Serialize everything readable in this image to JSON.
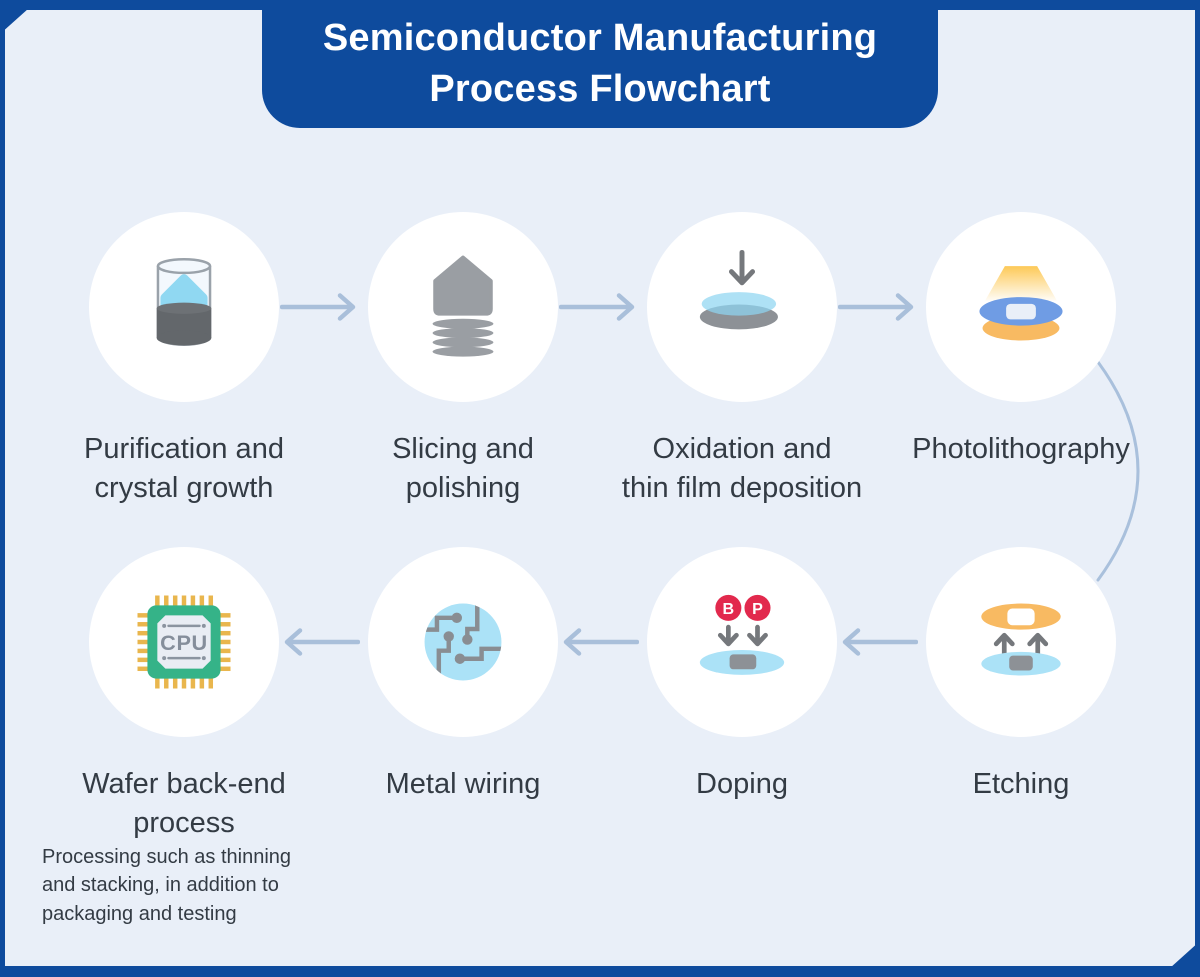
{
  "header": {
    "title": "Semiconductor Manufacturing\nProcess Flowchart"
  },
  "steps": [
    {
      "id": "purification",
      "label": "Purification and\ncrystal growth",
      "icon": "crucible-crystal-icon"
    },
    {
      "id": "slicing",
      "label": "Slicing and\npolishing",
      "icon": "silicon-ingot-slices-icon"
    },
    {
      "id": "oxidation",
      "label": "Oxidation and\nthin film deposition",
      "icon": "wafer-deposition-icon"
    },
    {
      "id": "photolithography",
      "label": "Photolithography",
      "icon": "exposure-mask-icon"
    },
    {
      "id": "etching",
      "label": "Etching",
      "icon": "etching-wafer-icon"
    },
    {
      "id": "doping",
      "label": "Doping",
      "icon": "dopant-implant-icon",
      "dopants": [
        "B",
        "P"
      ]
    },
    {
      "id": "metal-wiring",
      "label": "Metal wiring",
      "icon": "circuit-traces-icon"
    },
    {
      "id": "wafer-backend",
      "label": "Wafer back-end\nprocess",
      "icon": "cpu-chip-icon",
      "chip_text": "CPU",
      "note": "Processing such as thinning\nand stacking, in addition to\npackaging and testing"
    }
  ],
  "colors": {
    "banner_blue": "#0e4b9d",
    "background": "#e9eff8",
    "arrow": "#a9bfda",
    "text": "#333b44",
    "wafer_light_blue": "#abe2f7",
    "wafer_gray": "#8d9196",
    "wafer_orange": "#f8ba62",
    "mask_blue": "#6f9ce4",
    "dopant_red": "#e2294d",
    "chip_green": "#35b388",
    "pin_gold": "#e9b64d",
    "crystal_blue": "#90d8f2",
    "lamp_yellow": "#fdc957"
  }
}
